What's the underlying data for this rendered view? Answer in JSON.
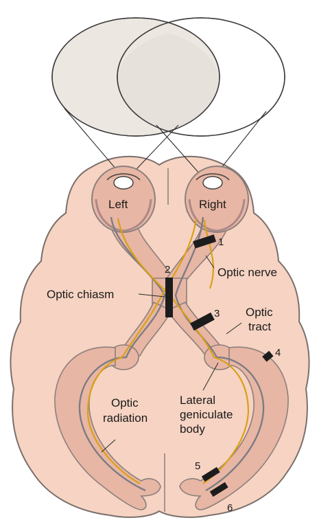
{
  "colors": {
    "brain_fill": "#f6d3c2",
    "brain_stroke": "#7a6f6c",
    "field_fill": "#ece7e1",
    "field_stroke": "#3c3c3c",
    "pathway_fill": "#e8b6a4",
    "pathway_stroke": "#8b7f7c",
    "fiber_yellow": "#d9a018",
    "fiber_gray": "#7c7c84",
    "lesion": "#1c1c1c"
  },
  "eyes": {
    "left_label": "Left",
    "right_label": "Right"
  },
  "labels": {
    "optic_nerve": "Optic nerve",
    "optic_chiasm": "Optic chiasm",
    "optic_tract_line1": "Optic",
    "optic_tract_line2": "tract",
    "optic_radiation_line1": "Optic",
    "optic_radiation_line2": "radiation",
    "lgb_line1": "Lateral",
    "lgb_line2": "geniculate",
    "lgb_line3": "body"
  },
  "lesion_numbers": [
    "1",
    "2",
    "3",
    "4",
    "5",
    "6"
  ]
}
